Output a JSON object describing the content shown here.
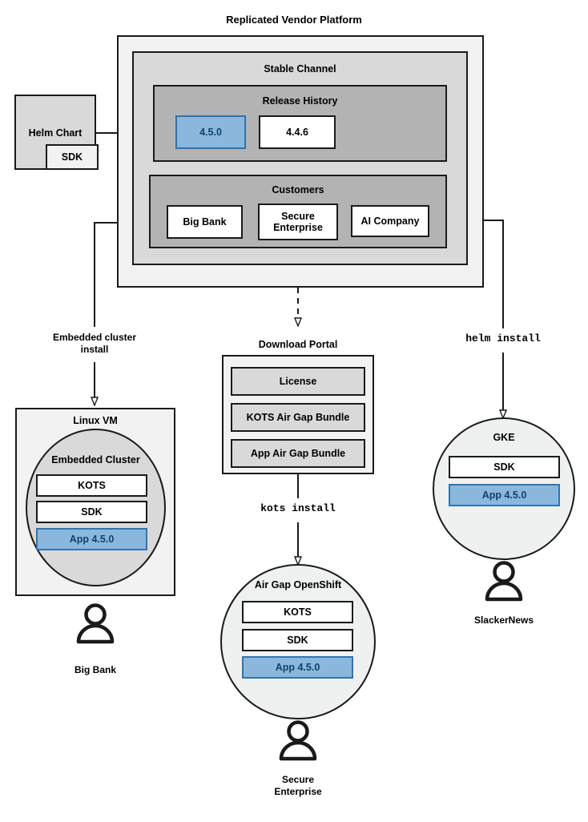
{
  "diagram": {
    "title": "Replicated Vendor Platform",
    "platform": {
      "stable_channel": {
        "label": "Stable Channel",
        "release_history": {
          "label": "Release History",
          "releases": [
            {
              "version": "4.5.0",
              "state": "current"
            },
            {
              "version": "4.4.6",
              "state": "previous"
            }
          ]
        },
        "customers": {
          "label": "Customers",
          "items": [
            {
              "name": "Big Bank"
            },
            {
              "name": "Secure\nEnterprise"
            },
            {
              "name": "AI Company"
            }
          ]
        }
      }
    },
    "helm_chart": {
      "label": "Helm Chart",
      "sdk_label": "SDK"
    },
    "download_portal": {
      "label": "Download Portal",
      "artifacts": [
        {
          "label": "License"
        },
        {
          "label": "KOTS Air Gap Bundle"
        },
        {
          "label": "App Air Gap Bundle"
        }
      ]
    },
    "install_paths": [
      {
        "label": "Embedded cluster\ninstall",
        "style": "plain"
      },
      {
        "label": "kots install",
        "style": "mono"
      },
      {
        "label": "helm install",
        "style": "mono"
      }
    ],
    "targets": [
      {
        "name": "Linux VM",
        "shape": "rect",
        "inner": {
          "name": "Embedded Cluster",
          "shape": "ellipse",
          "components": [
            {
              "label": "KOTS",
              "style": "white"
            },
            {
              "label": "SDK",
              "style": "white"
            },
            {
              "label": "App 4.5.0",
              "style": "blue"
            }
          ]
        },
        "customer": "Big Bank"
      },
      {
        "name": "Air Gap OpenShift",
        "shape": "circle",
        "components": [
          {
            "label": "KOTS",
            "style": "white"
          },
          {
            "label": "SDK",
            "style": "white"
          },
          {
            "label": "App 4.5.0",
            "style": "blue"
          }
        ],
        "customer": "Secure\nEnterprise"
      },
      {
        "name": "GKE",
        "shape": "circle",
        "components": [
          {
            "label": "SDK",
            "style": "white"
          },
          {
            "label": "App 4.5.0",
            "style": "blue"
          }
        ],
        "customer": "SlackerNews"
      }
    ]
  },
  "colors": {
    "stroke": "#1a1a1a",
    "shell_outer": "#f2f2f2",
    "shell_mid": "#d9d9d9",
    "shell_inner": "#b3b3b3",
    "accent_fill": "#8ab8dd",
    "accent_stroke": "#3273ab",
    "accent_text": "#11406b",
    "white": "#ffffff"
  }
}
